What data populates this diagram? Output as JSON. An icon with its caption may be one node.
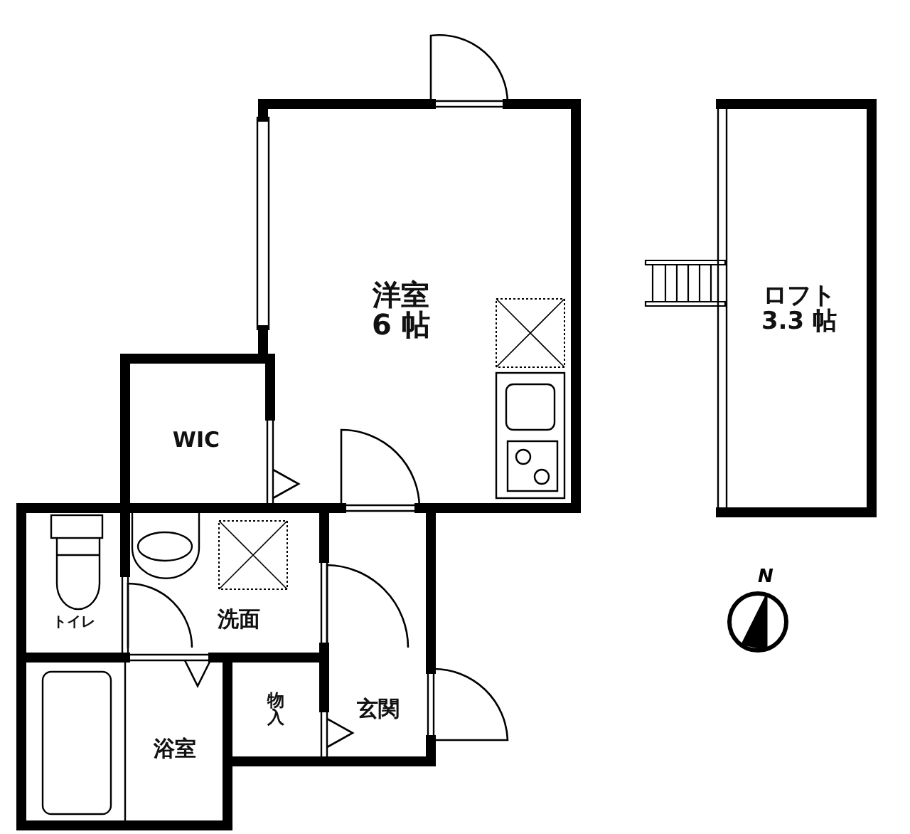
{
  "diagram": {
    "nodes": [
      {
        "text": [
          "洋室",
          "6 帖"
        ]
      },
      {
        "text": [
          "ロフト",
          "3.3 帖"
        ]
      },
      {
        "text": [
          "WIC"
        ]
      },
      {
        "text": [
          "トイレ"
        ]
      },
      {
        "text": [
          "洗面"
        ]
      },
      {
        "text": [
          "浴室"
        ]
      },
      {
        "text": [
          "物入"
        ]
      },
      {
        "text": [
          "玄関"
        ]
      }
    ],
    "labels": [
      "N"
    ]
  }
}
